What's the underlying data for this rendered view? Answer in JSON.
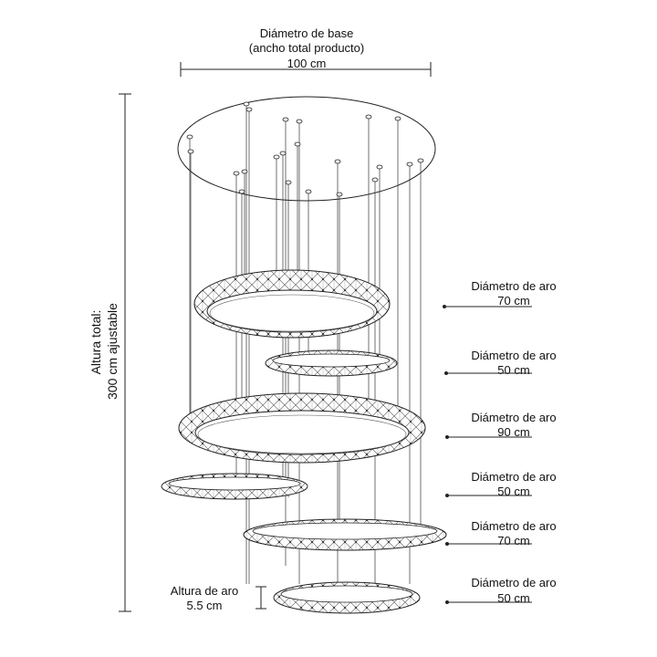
{
  "base_dimension": {
    "line1": "Diámetro de base",
    "line2": "(ancho total producto)",
    "value": "100 cm"
  },
  "total_height": {
    "line1": "Altura total:",
    "line2": "300 cm  ajustable"
  },
  "ring_height": {
    "line1": "Altura de aro",
    "line2": "5.5 cm"
  },
  "rings": [
    {
      "label": "Diámetro de aro",
      "value": "70 cm"
    },
    {
      "label": "Diámetro de aro",
      "value": "50 cm"
    },
    {
      "label": "Diámetro de aro",
      "value": "90 cm"
    },
    {
      "label": "Diámetro de aro",
      "value": "50 cm"
    },
    {
      "label": "Diámetro de aro",
      "value": "70 cm"
    },
    {
      "label": "Diámetro de aro",
      "value": "50 cm"
    }
  ],
  "colors": {
    "line": "#222222",
    "background": "#ffffff"
  }
}
